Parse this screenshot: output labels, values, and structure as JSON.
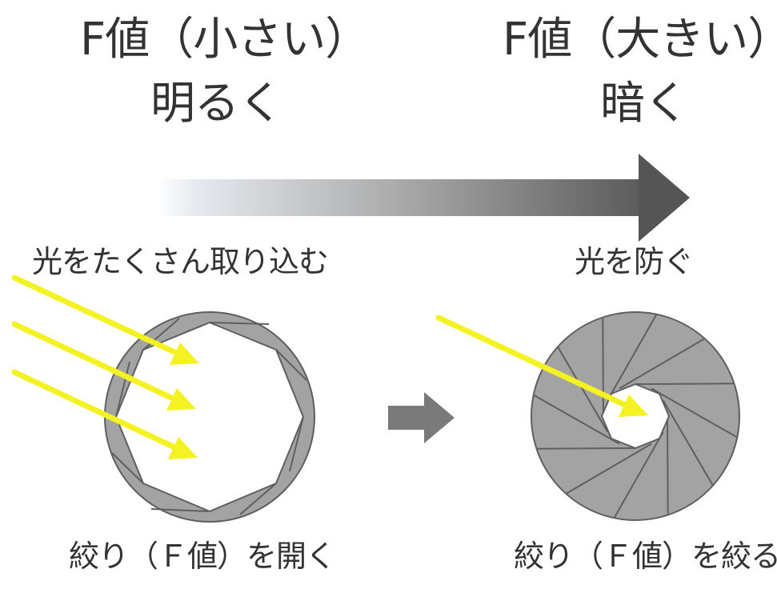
{
  "top": {
    "left_title": "F値（小さい）",
    "left_subtitle": "明るく",
    "right_title": "F値（大きい）",
    "right_subtitle": "暗く"
  },
  "aperture_open": {
    "label": "光をたくさん取り込む",
    "caption": "絞り（Ｆ値）を開く"
  },
  "aperture_closed": {
    "label": "光を防ぐ",
    "caption": "絞り（Ｆ値）を絞る"
  },
  "colors": {
    "light_ray": "#f5f224",
    "blade_fill": "#a3a3a3",
    "blade_stroke": "#5f5f5f",
    "arrow_dark": "#555555",
    "small_arrow": "#7a7a7a",
    "text": "#333333"
  }
}
